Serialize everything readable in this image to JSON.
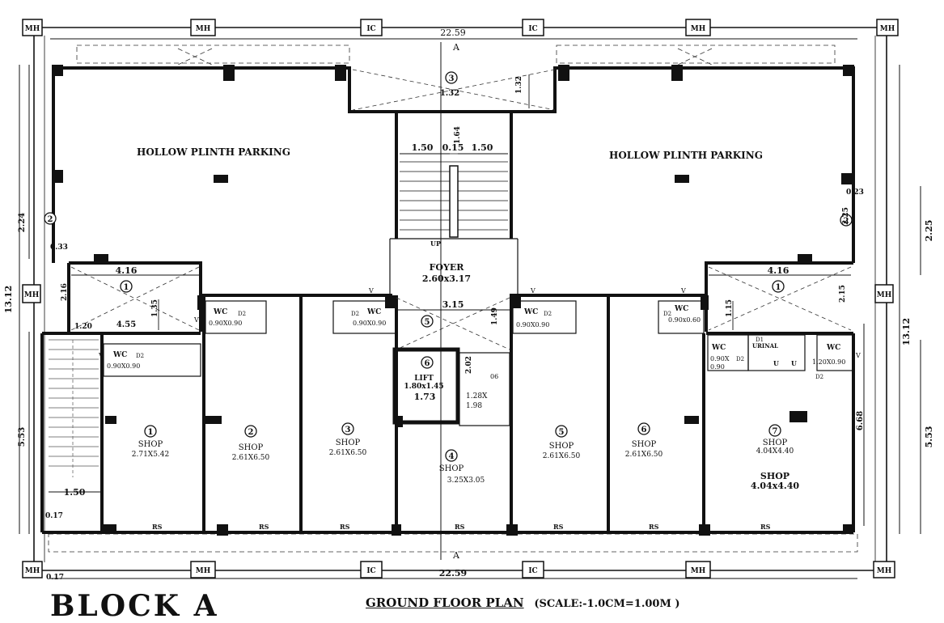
{
  "plan": {
    "block_title": "BLOCK A",
    "caption": "GROUND FLOOR PLAN",
    "scale": "(SCALE:-1.0CM=1.00M )",
    "section_marker": "A",
    "dimensions": {
      "overall_width": "22.59",
      "overall_depth": "13.12",
      "stair_flight": "1.50",
      "stair_gap": "0.15",
      "wing_width": "4.16",
      "foyer_width": "3.15",
      "right_depth_upper": "2.25",
      "right_depth_lower": "5.53",
      "left_depth_upper": "2.24",
      "left_depth_lower": "5.53",
      "shop_depth": "6.68",
      "duct_depth": "2.02",
      "lift_width": "1.73",
      "bay_depth_top": "1.32",
      "bay_depth_left": "2.16",
      "bay_depth_right": "2.15",
      "misc_a": "0.23",
      "misc_b": "1.49",
      "misc_c": "1.15",
      "misc_d": "1.35",
      "misc_e": "0.17",
      "misc_f": "1.20",
      "misc_g": "1.64",
      "misc_h": "0.33",
      "misc_i": "4.55"
    },
    "tags": {
      "manhole": "MH",
      "inspection": "IC",
      "door": "D2",
      "door_main": "D1",
      "window": "V",
      "rolling_shutter": "RS",
      "up": "UP",
      "urinal": "U",
      "duct_label": "06"
    },
    "rooms": {
      "parking_left": "HOLLOW PLINTH PARKING",
      "parking_right": "HOLLOW PLINTH PARKING",
      "foyer": "FOYER",
      "foyer_size": "2.60x3.17",
      "lift": "LIFT",
      "lift_size": "1.80x1.45",
      "duct_size_a": "1.28X",
      "duct_size_b": "1.98",
      "wc": "WC",
      "wc_size": "0.90X0.90",
      "wc_size_alt": "0.90x0.60",
      "wc_size_r1": "0.90X",
      "wc_size_r2": "0.90",
      "wc_size_r3": "1.20X0.90",
      "urinal_label": "URINAL",
      "shop": "SHOP",
      "shop1": "2.71X5.42",
      "shop2": "2.61X6.50",
      "shop3": "2.61X6.50",
      "shop4": "3.25X3.05",
      "shop5": "2.61X6.50",
      "shop6": "2.61X6.50",
      "shop7": "4.04X4.40",
      "shop7_alt": "4.04x4.40"
    },
    "markers": {
      "m1": "1",
      "m2": "2",
      "m3": "3",
      "m4": "4",
      "m5": "5",
      "m6": "6",
      "m7": "7"
    }
  }
}
